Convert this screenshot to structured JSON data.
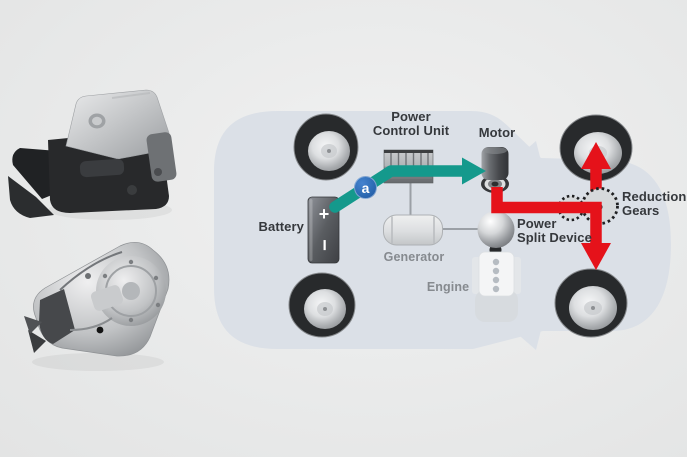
{
  "diagram": {
    "badge_label": "a",
    "labels": {
      "power_control_unit": [
        "Power",
        "Control Unit"
      ],
      "motor": "Motor",
      "battery": "Battery",
      "generator": "Generator",
      "engine": "Engine",
      "power_split_device": [
        "Power",
        "Split Device"
      ],
      "reduction_gears": [
        "Reduction",
        "Gears"
      ]
    },
    "battery_terminals": {
      "positive": "+",
      "negative": "−"
    },
    "colors": {
      "electric_flow_teal": "#14998c",
      "mechanical_flow_red": "#e5121a",
      "badge_blue": "#2e6cb5",
      "car_body": "#dbe0e7",
      "label_dark": "#35383c",
      "label_muted": "#868a8f",
      "background": "#e9eaea"
    },
    "icons": {
      "wheels": "wheel-icon",
      "reduction_gears": "gear-icon",
      "battery": "battery-icon",
      "motor": "motor-icon",
      "generator": "generator-icon",
      "engine": "engine-icon",
      "power_split_device": "sphere-icon",
      "power_control_unit": "finned-box-icon"
    }
  },
  "photos": {
    "top": "gasoline-engine-photo",
    "bottom": "hybrid-transaxle-photo"
  }
}
